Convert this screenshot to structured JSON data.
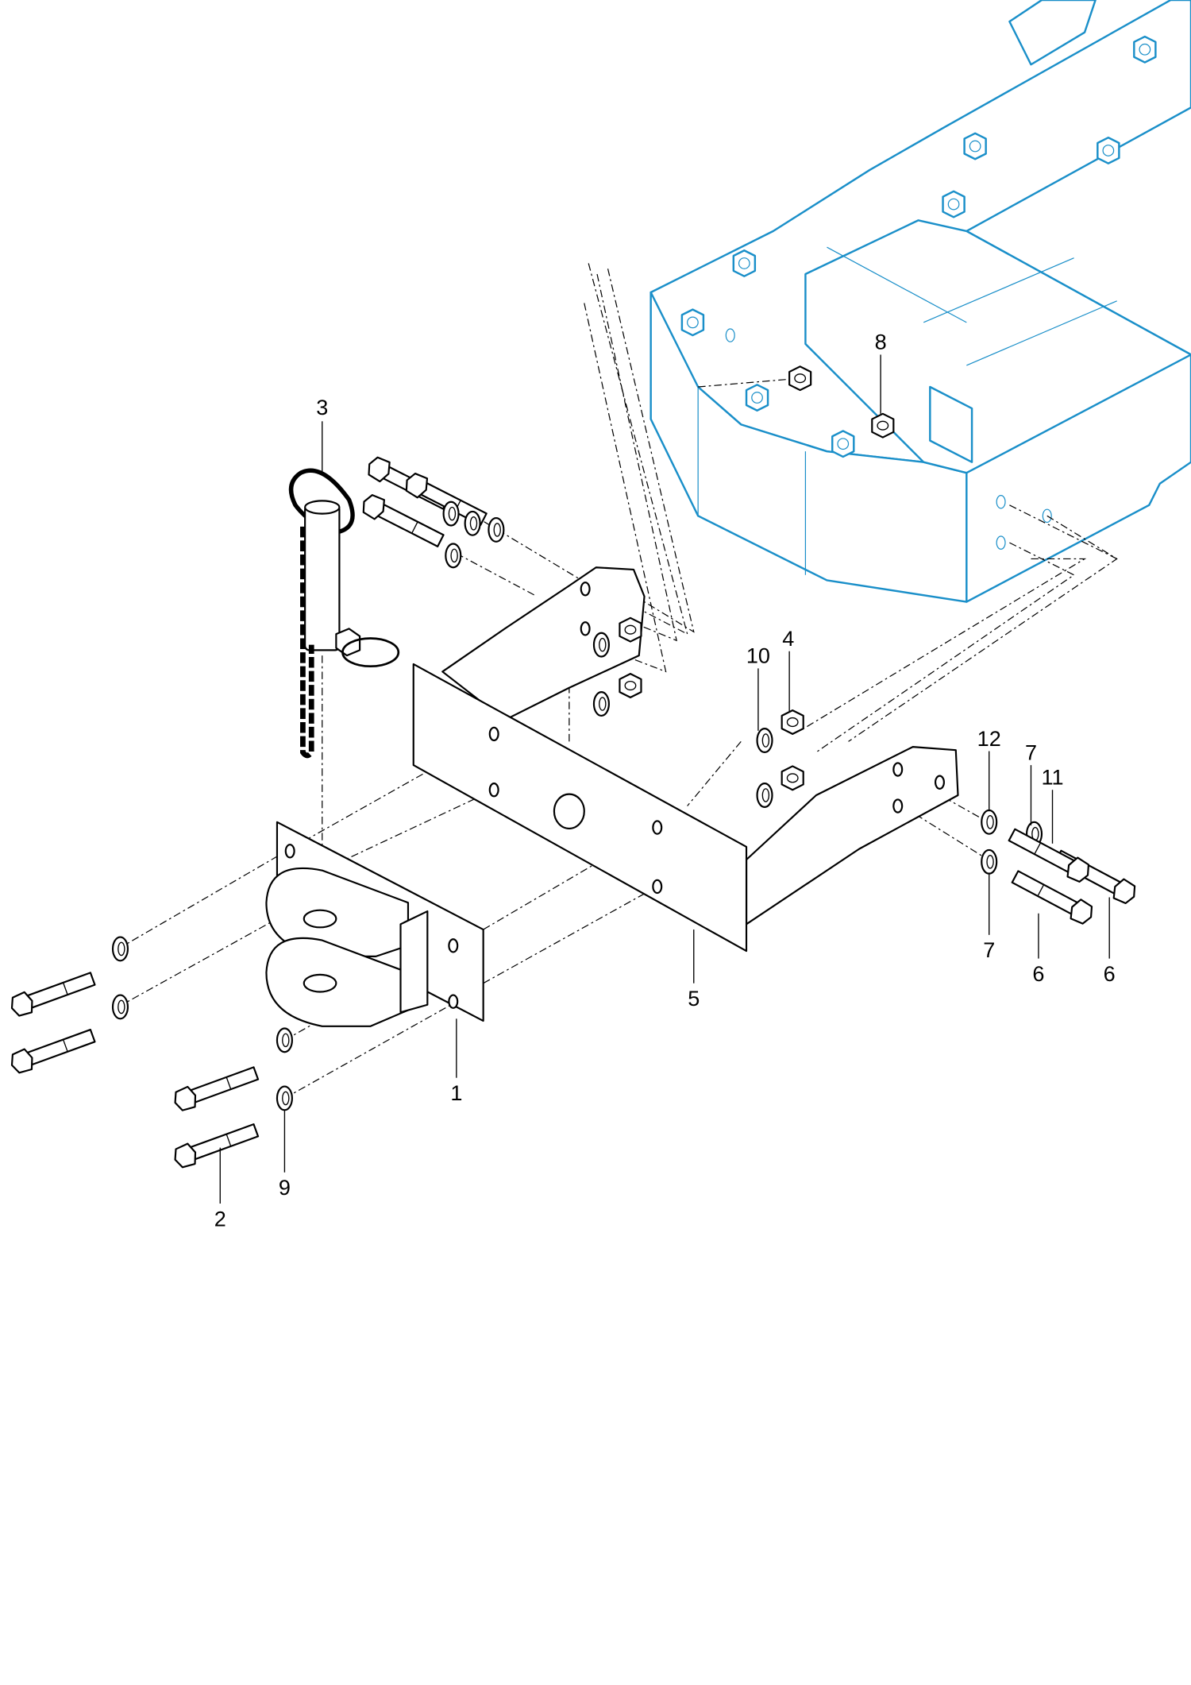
{
  "diagram": {
    "type": "exploded parts view",
    "colors": {
      "frame": "#1a8fc9",
      "parts": "#000000"
    },
    "callouts": [
      {
        "id": "c3",
        "label": "3"
      },
      {
        "id": "c10",
        "label": "10"
      },
      {
        "id": "c4",
        "label": "4"
      },
      {
        "id": "c8",
        "label": "8"
      },
      {
        "id": "c12",
        "label": "12"
      },
      {
        "id": "c7a",
        "label": "7"
      },
      {
        "id": "c11",
        "label": "11"
      },
      {
        "id": "c7b",
        "label": "7"
      },
      {
        "id": "c6a",
        "label": "6"
      },
      {
        "id": "c6b",
        "label": "6"
      },
      {
        "id": "c5",
        "label": "5"
      },
      {
        "id": "c1",
        "label": "1"
      },
      {
        "id": "c9",
        "label": "9"
      },
      {
        "id": "c2",
        "label": "2"
      }
    ]
  }
}
